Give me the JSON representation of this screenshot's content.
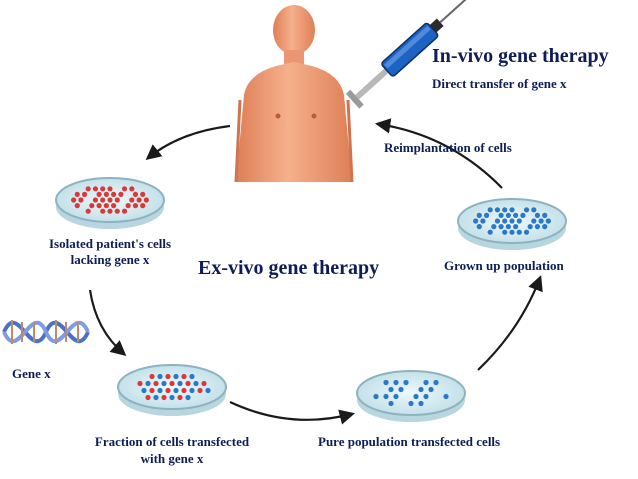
{
  "colors": {
    "label_dark": "#0f1d56",
    "label_red": "#9e1d1d",
    "arrow": "#1a1a1a",
    "skin": "#f3a27c",
    "skin_shade": "#de7f57",
    "dish_fill": "#cfe7ee",
    "dish_rim": "#8db3c0",
    "dot_red": "#d83a3a",
    "dot_blue": "#2a78c8",
    "syringe_blue": "#1d63c4",
    "dna_blue": "#4a70c8",
    "dna_rung": "#c08a6a"
  },
  "labels": {
    "in_vivo_title": "In-vivo gene therapy",
    "in_vivo_subtitle": "Direct transfer of gene x",
    "reimplantation": "Reimplantation of cells",
    "isolated_line1": "Isolated patient's cells",
    "isolated_line2": "lacking gene x",
    "ex_vivo_title": "Ex-vivo gene therapy",
    "grown_up": "Grown up population",
    "gene_x": "Gene x",
    "fraction_line1": "Fraction of cells transfected",
    "fraction_line2": "with gene x",
    "pure": "Pure population transfected cells"
  },
  "dishes": [
    {
      "name": "isolated-cells-dish",
      "red_fraction": 1.0,
      "dot_count": 36
    },
    {
      "name": "grown-population-dish",
      "red_fraction": 0.0,
      "dot_count": 36
    },
    {
      "name": "transfected-fraction-dish",
      "red_fraction": 0.5,
      "dot_count": 30
    },
    {
      "name": "pure-population-dish",
      "red_fraction": 0.0,
      "dot_count": 18
    }
  ]
}
